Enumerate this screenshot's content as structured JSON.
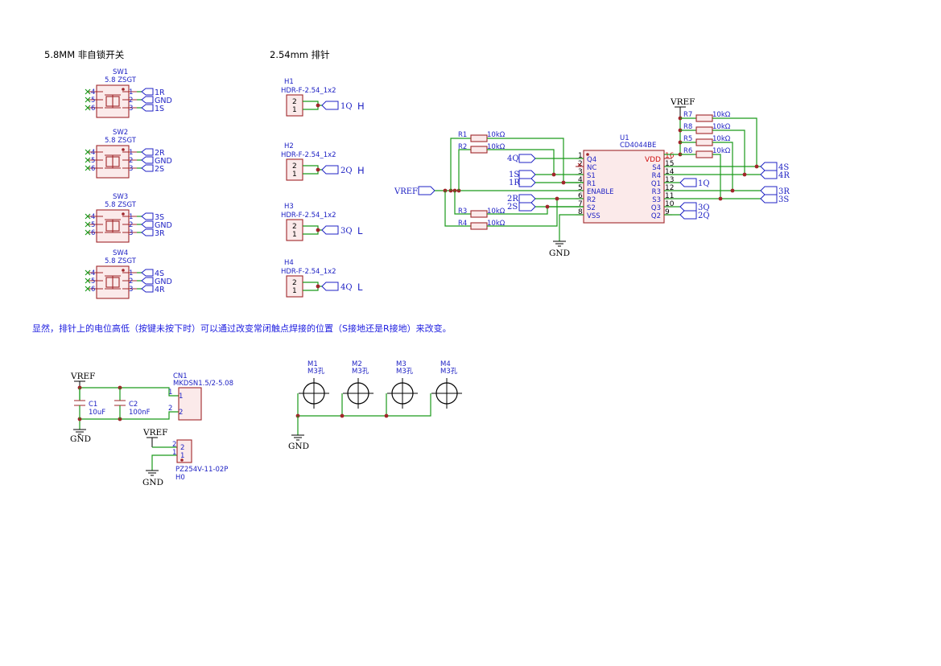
{
  "titles": {
    "switch_section": "5.8MM 非自锁开关",
    "header_section": "2.54mm 排针"
  },
  "note": "显然，排针上的电位高低（按键未按下时）可以通过改变常闭触点焊接的位置（S接地还是R接地）来改变。",
  "switches": [
    {
      "ref": "SW1",
      "value": "5.8 ZSGT",
      "nets": [
        "1R",
        "GND",
        "1S"
      ]
    },
    {
      "ref": "SW2",
      "value": "5.8 ZSGT",
      "nets": [
        "2R",
        "GND",
        "2S"
      ]
    },
    {
      "ref": "SW3",
      "value": "5.8 ZSGT",
      "nets": [
        "3S",
        "GND",
        "3R"
      ]
    },
    {
      "ref": "SW4",
      "value": "5.8 ZSGT",
      "nets": [
        "4S",
        "GND",
        "4R"
      ]
    }
  ],
  "switch_pins": [
    "4",
    "5",
    "6",
    "1",
    "2",
    "3"
  ],
  "headers": [
    {
      "ref": "H1",
      "value": "HDR-F-2.54_1x2",
      "net": "1Q",
      "level": "H"
    },
    {
      "ref": "H2",
      "value": "HDR-F-2.54_1x2",
      "net": "2Q",
      "level": "H"
    },
    {
      "ref": "H3",
      "value": "HDR-F-2.54_1x2",
      "net": "3Q",
      "level": "L"
    },
    {
      "ref": "H4",
      "value": "HDR-F-2.54_1x2",
      "net": "4Q",
      "level": "L"
    }
  ],
  "header_pins": [
    "2",
    "1"
  ],
  "ic": {
    "ref": "U1",
    "value": "CD4044BE",
    "left_pins": [
      {
        "num": "1",
        "name": "Q4"
      },
      {
        "num": "2",
        "name": "NC"
      },
      {
        "num": "3",
        "name": "S1"
      },
      {
        "num": "4",
        "name": "R1"
      },
      {
        "num": "5",
        "name": "ENABLE"
      },
      {
        "num": "6",
        "name": "R2"
      },
      {
        "num": "7",
        "name": "S2"
      },
      {
        "num": "8",
        "name": "VSS"
      }
    ],
    "right_pins": [
      {
        "num": "16",
        "name": "VDD"
      },
      {
        "num": "15",
        "name": "S4"
      },
      {
        "num": "14",
        "name": "R4"
      },
      {
        "num": "13",
        "name": "Q1"
      },
      {
        "num": "12",
        "name": "R3"
      },
      {
        "num": "11",
        "name": "S3"
      },
      {
        "num": "10",
        "name": "Q3"
      },
      {
        "num": "9",
        "name": "Q2"
      }
    ],
    "left_nets": [
      "4Q",
      "1S",
      "1R",
      "2R",
      "2S"
    ],
    "right_nets": [
      "4S",
      "4R",
      "1Q",
      "3R",
      "3S",
      "3Q",
      "2Q"
    ]
  },
  "resistors": [
    {
      "ref": "R1",
      "value": "10kΩ"
    },
    {
      "ref": "R2",
      "value": "10kΩ"
    },
    {
      "ref": "R3",
      "value": "10kΩ"
    },
    {
      "ref": "R4",
      "value": "10kΩ"
    },
    {
      "ref": "R7",
      "value": "10kΩ"
    },
    {
      "ref": "R8",
      "value": "10kΩ"
    },
    {
      "ref": "R5",
      "value": "10kΩ"
    },
    {
      "ref": "R6",
      "value": "10kΩ"
    }
  ],
  "power": {
    "vref": "VREF",
    "gnd": "GND"
  },
  "capacitors": [
    {
      "ref": "C1",
      "value": "10uF"
    },
    {
      "ref": "C2",
      "value": "100nF"
    }
  ],
  "connector": {
    "ref": "CN1",
    "value": "MKDSN1.5/2-5.08",
    "pins": [
      "1",
      "2"
    ]
  },
  "pz_header": {
    "ref": "H0",
    "value": "PZ254V-11-02P",
    "pins": [
      "2",
      "1"
    ]
  },
  "mount_holes": [
    {
      "ref": "M1",
      "value": "M3孔"
    },
    {
      "ref": "M2",
      "value": "M3孔"
    },
    {
      "ref": "M3",
      "value": "M3孔"
    },
    {
      "ref": "M4",
      "value": "M3孔"
    }
  ]
}
